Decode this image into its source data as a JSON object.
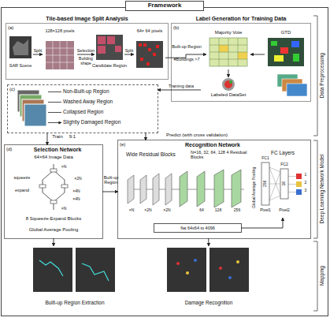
{
  "diagram": {
    "nodes": [
      {
        "text": [
          "Framework"
        ]
      },
      {
        "text": [
          "Tile-based Image Split Analysis",
          "(a)"
        ],
        "in": 0
      },
      {
        "text": [
          "SAR Scene"
        ],
        "in": 1
      },
      {
        "text": [
          "128×128 pixels"
        ],
        "in": 1
      },
      {
        "text": [
          "Candidate Region"
        ],
        "in": 1
      },
      {
        "text": [
          "64× 64 pixels"
        ],
        "in": 1
      },
      {
        "text": [
          "Label Generation for Training Data",
          "(b)"
        ],
        "in": 0
      },
      {
        "text": [
          "Majority Vote"
        ],
        "in": 6
      },
      {
        "text": [
          "GTD"
        ],
        "in": 6
      },
      {
        "text": [
          "Labeled DataSet"
        ],
        "in": 6
      },
      {
        "text": [
          "(c)"
        ],
        "in": 0
      },
      {
        "text": [
          "Non-Built-up Region"
        ],
        "in": 10
      },
      {
        "text": [
          "Washed Away Region"
        ],
        "in": 10
      },
      {
        "text": [
          "Collapsed Region"
        ],
        "in": 10
      },
      {
        "text": [
          "Slightly Damaged Region"
        ],
        "in": 10
      },
      {
        "text": [
          "Selection Network",
          "(d)"
        ],
        "in": 0
      },
      {
        "text": [
          "64×64 Image Data"
        ],
        "in": 15
      },
      {
        "text": [
          "8 Squeeze-Expand Blocks"
        ],
        "in": 15
      },
      {
        "text": [
          "Global Average Pooling"
        ],
        "in": 15
      },
      {
        "text": [
          "Recognition Network",
          "(e)"
        ],
        "in": 0
      },
      {
        "text": [
          "Wide Residual Blocks",
          "N=16, 32, 64, 128 4 Residual Blocks"
        ],
        "in": 19
      },
      {
        "text": [
          "FC Layers"
        ],
        "in": 19
      },
      {
        "text": [
          "flat 64x64 to 4096"
        ],
        "in": 19
      },
      {
        "text": [
          "Built-up Region Extraction"
        ],
        "in": 0
      },
      {
        "text": [
          "Damage Recognition"
        ],
        "in": 0
      }
    ],
    "edges": [
      {
        "from": 2,
        "to": 3,
        "label": "Split",
        "arrow": "to"
      },
      {
        "from": 3,
        "to": 4,
        "label": "Selection",
        "arrow": "to"
      },
      {
        "from": 4,
        "to": 5,
        "label": "Split",
        "arrow": "to"
      },
      {
        "from": 5,
        "to": 7,
        "label": "Built-up Region",
        "arrow": "to"
      },
      {
        "from": 8,
        "to": 7,
        "arrow": "to"
      },
      {
        "from": 7,
        "to": 9,
        "arrow": "to"
      },
      {
        "from": 9,
        "to": 10,
        "label": "Training data",
        "arrow": "to"
      },
      {
        "from": 10,
        "to": 15,
        "label": "Train",
        "arrow": "to"
      },
      {
        "from": 10,
        "to": 19,
        "label": "Predict (with cross validation)",
        "arrow": "to"
      },
      {
        "from": 15,
        "to": 19,
        "label": "Built-up Region",
        "arrow": "to"
      },
      {
        "from": 15,
        "to": 23,
        "arrow": "to"
      },
      {
        "from": 19,
        "to": 24,
        "arrow": "to"
      },
      {
        "from": 22,
        "to": 21,
        "arrow": "to"
      }
    ],
    "labels": [
      "Building shape",
      "#Buildings >7",
      "9:1",
      "Data Preprocessing",
      "Deep Learning Network Model",
      "Mapping",
      "squeeze",
      "expand",
      "×N",
      "×2N",
      "×4N",
      "×4N",
      "×N",
      "Global Average Pooling",
      "×N",
      "×2N",
      "×2N",
      "64",
      "128",
      "256",
      "FC1",
      "FC2",
      "256",
      "16",
      "1",
      "2",
      "3",
      "Pixel1",
      "Pixel2"
    ]
  }
}
